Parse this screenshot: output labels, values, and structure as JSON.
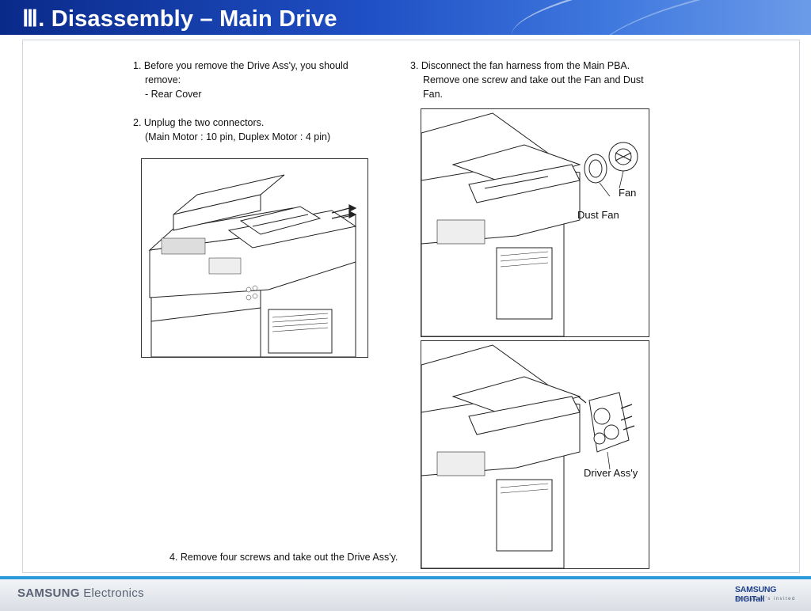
{
  "header": {
    "title": "Ⅲ. Disassembly – Main Drive"
  },
  "steps": {
    "step1": [
      "1. Before you remove the Drive Ass'y, you should",
      "remove:",
      "- Rear Cover"
    ],
    "step2": [
      "2. Unplug the two connectors.",
      "(Main Motor : 10 pin, Duplex Motor : 4 pin)"
    ],
    "step3": [
      "3. Disconnect the fan harness from the Main PBA.",
      "Remove one screw and take out the Fan and Dust",
      "Fan."
    ],
    "step4": "4. Remove four screws and take out the Drive Ass'y."
  },
  "callouts": {
    "fan": "Fan",
    "dust_fan": "Dust Fan",
    "driver_assy": "Driver Ass'y"
  },
  "footer": {
    "brand_bold": "SAMSUNG",
    "brand_light": "Electronics",
    "digital": "SAMSUNG DIGITall",
    "tagline": "everyone's invited"
  }
}
